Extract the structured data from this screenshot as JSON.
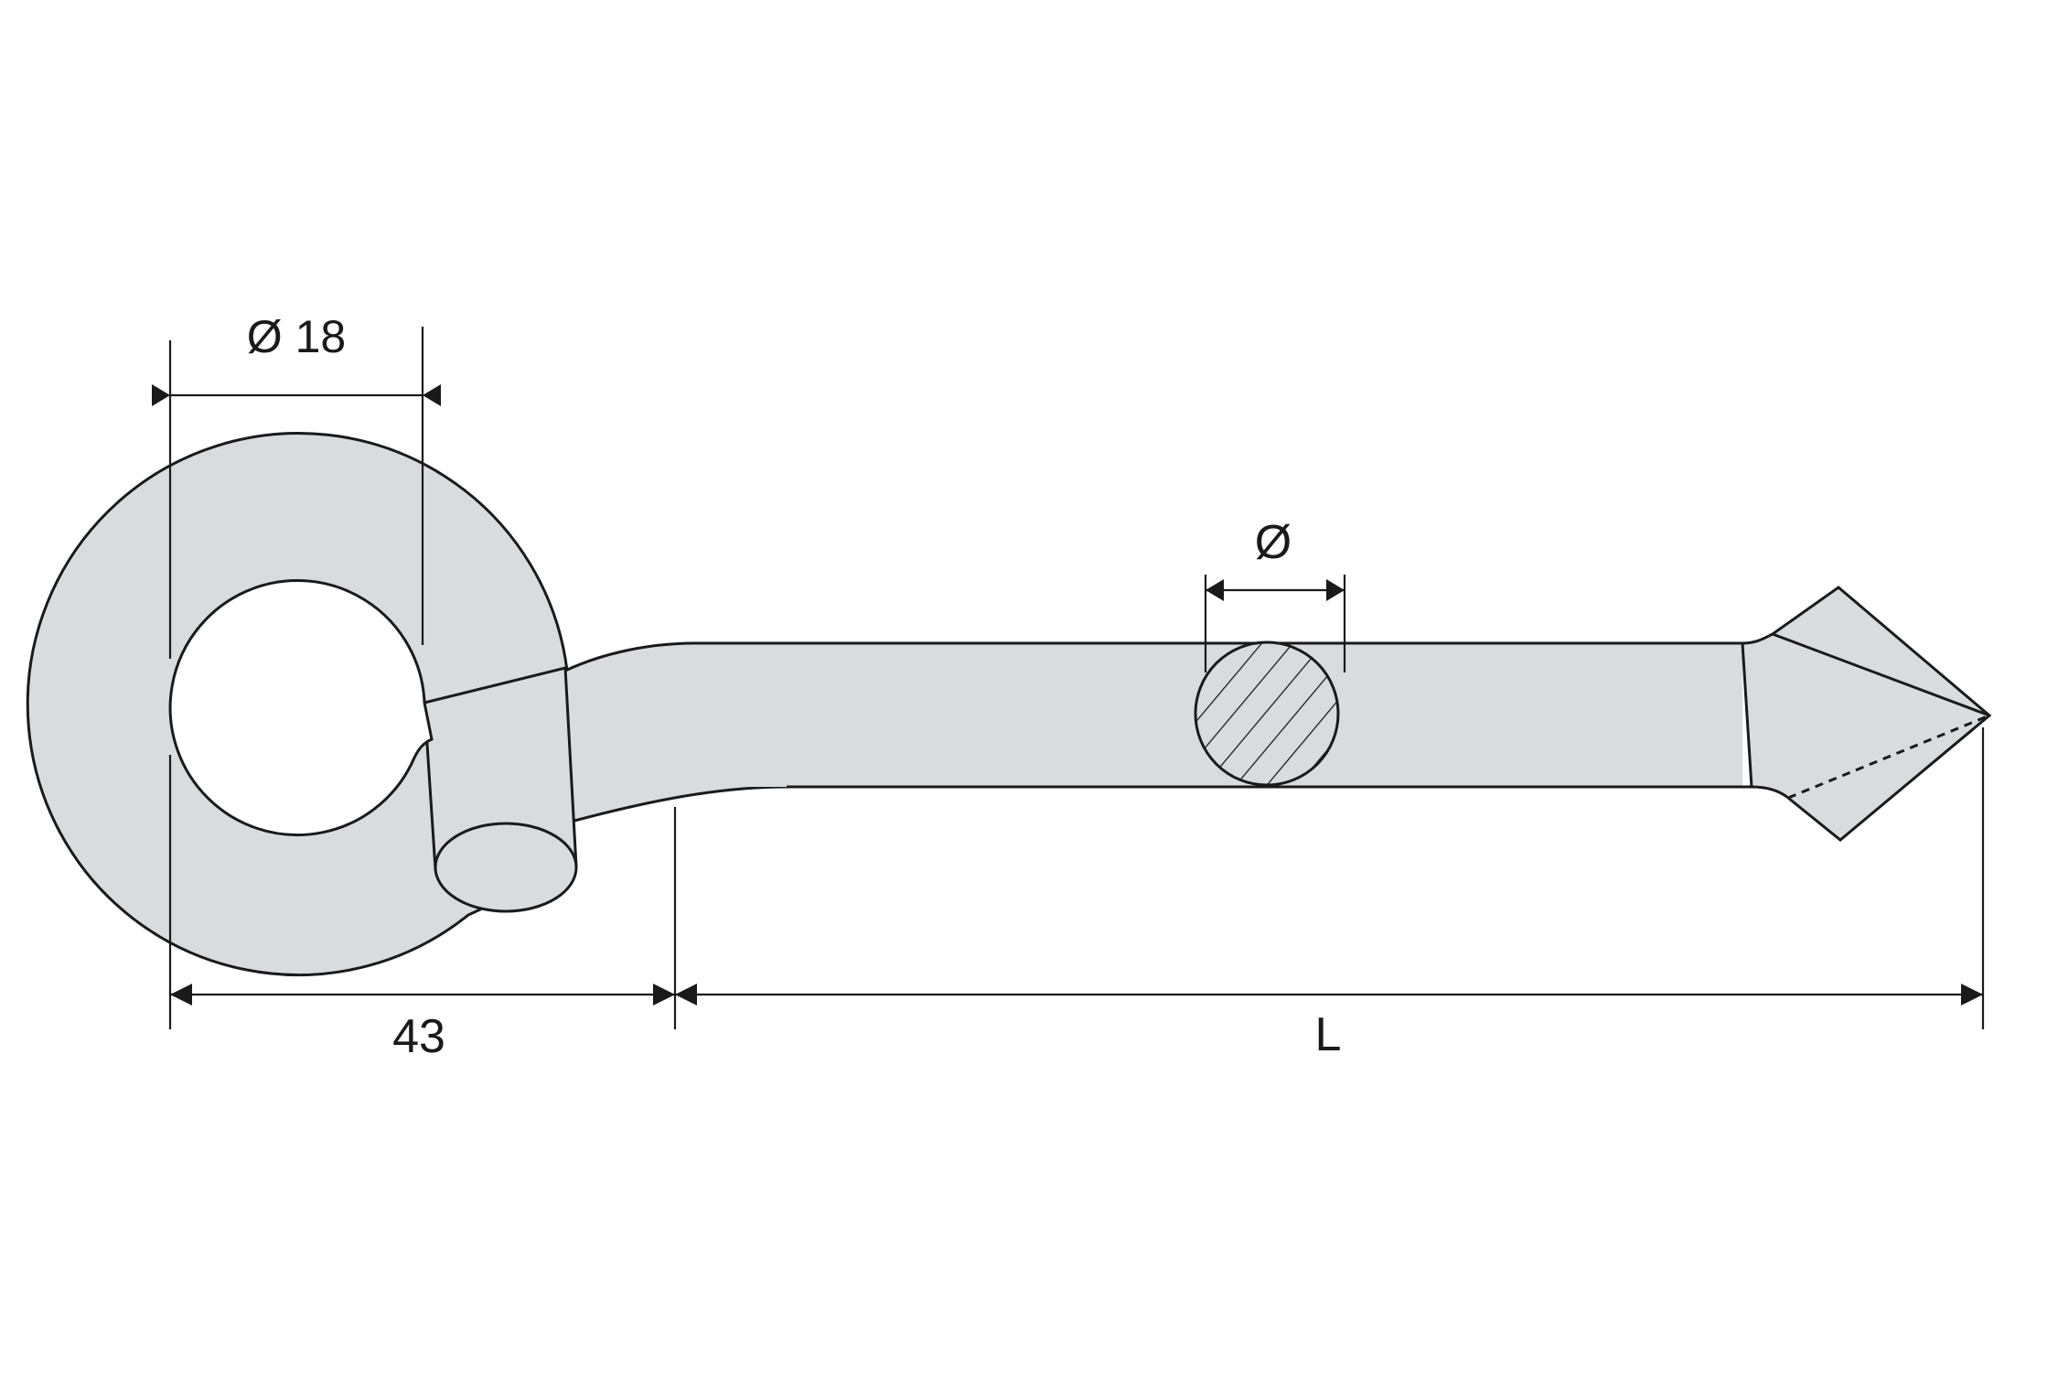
{
  "drawing": {
    "eye_inner_diameter_label": "Ø 18",
    "rod_diameter_label": "Ø",
    "eye_offset_label": "43",
    "length_label": "L"
  },
  "colors": {
    "fill": "#d9dcdf",
    "stroke": "#1a1a1a",
    "background": "#ffffff"
  }
}
